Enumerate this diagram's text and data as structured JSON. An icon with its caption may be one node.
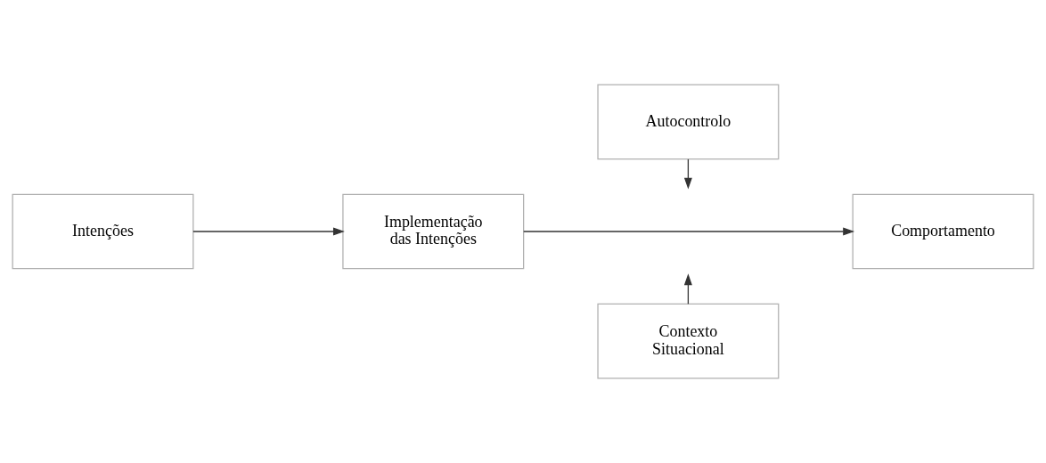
{
  "diagram": {
    "nodes": [
      {
        "text": [
          "Autocontrolo"
        ]
      },
      {
        "text": [
          "Intenções"
        ]
      },
      {
        "text": [
          "Implementação das Intenções"
        ]
      },
      {
        "text": [
          "Comportamento"
        ]
      },
      {
        "text": [
          "Contexto Situacional"
        ]
      }
    ],
    "edges": [
      {
        "from": 1,
        "to": 2,
        "arrow": "to"
      },
      {
        "from": 2,
        "to": 3,
        "arrow": "to"
      },
      {
        "from": 0,
        "to": null,
        "arrow": "to"
      },
      {
        "from": 4,
        "to": null,
        "arrow": "to"
      }
    ]
  }
}
